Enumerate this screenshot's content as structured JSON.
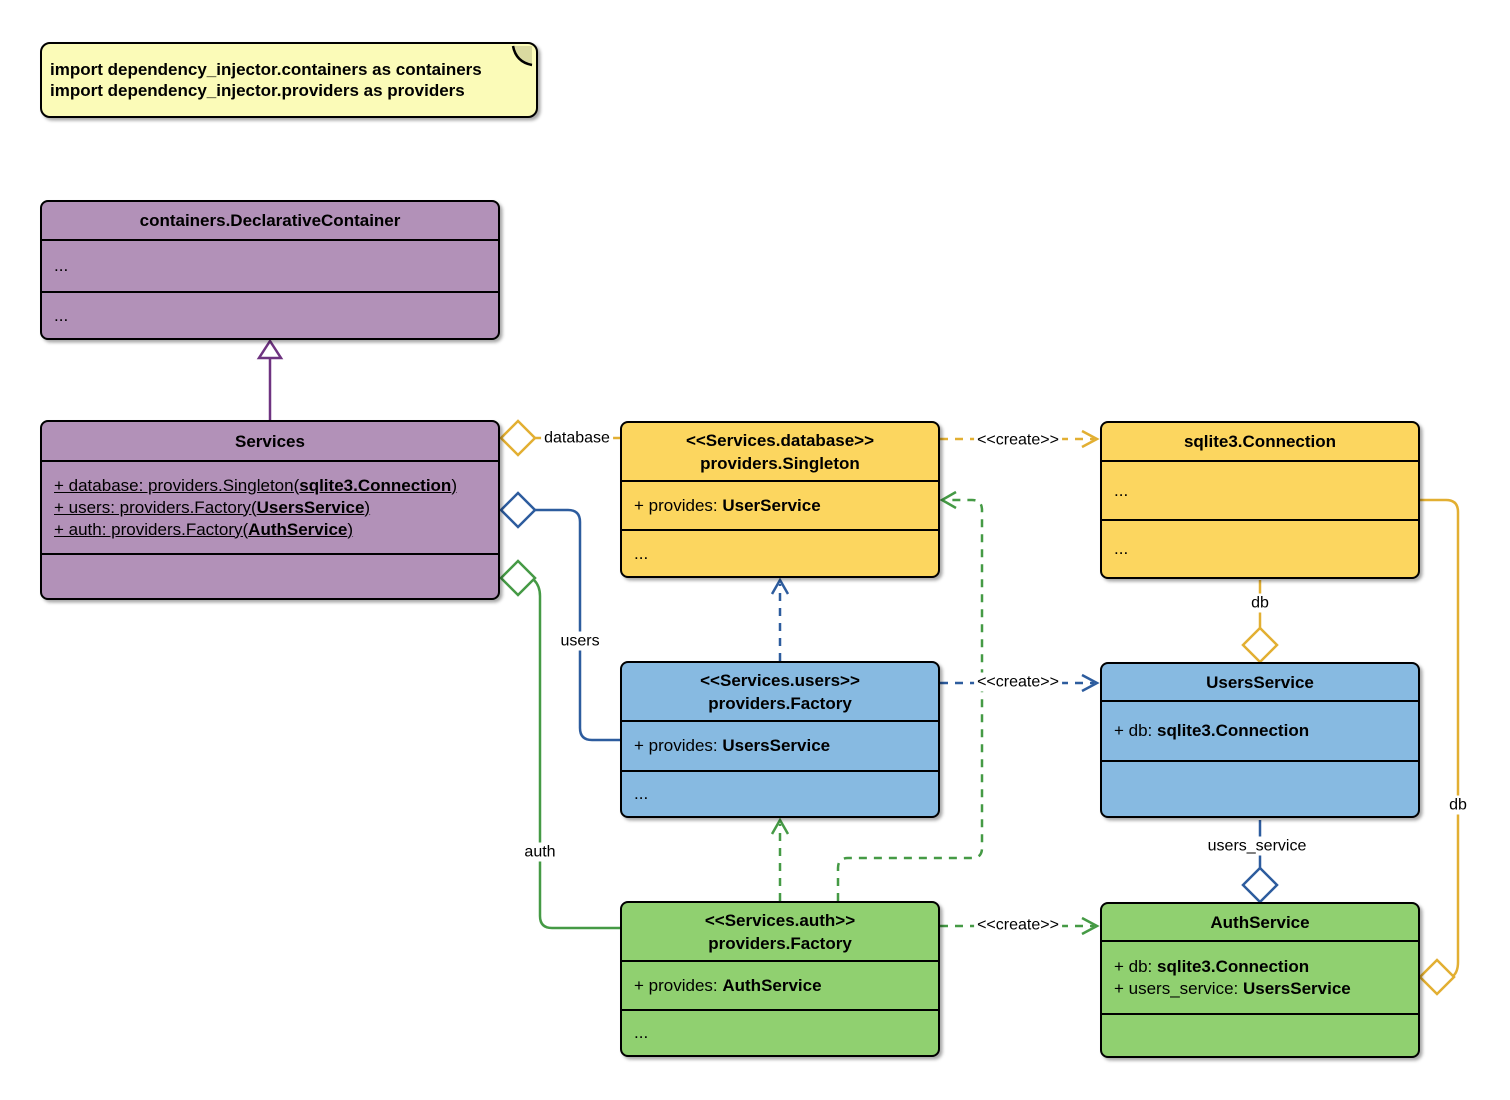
{
  "note": {
    "line1": "import dependency_injector.containers as containers",
    "line2": "import dependency_injector.providers as providers"
  },
  "colors": {
    "purple_fill": "#B291B8",
    "purple_line": "#6E3380",
    "yellow_fill": "#FCD65F",
    "yellow_line": "#E2AF32",
    "blue_fill": "#87BAE1",
    "blue_line": "#2D5C9E",
    "green_fill": "#90D070",
    "green_line": "#459A45",
    "note_bg": "#FBFBB8"
  },
  "classes": {
    "declarative": {
      "title": "containers.DeclarativeContainer",
      "dots1": "...",
      "dots2": "..."
    },
    "services": {
      "title": "Services",
      "attrs": [
        {
          "pre": "+ database: providers.Singleton(",
          "bold": "sqlite3.Connection",
          "post": ")"
        },
        {
          "pre": "+ users: providers.Factory(",
          "bold": "UsersService",
          "post": ")"
        },
        {
          "pre": "+ auth: providers.Factory(",
          "bold": "AuthService",
          "post": ")"
        }
      ]
    },
    "singleton": {
      "stereotype": "<<Services.database>>",
      "title": "providers.Singleton",
      "attr_pre": "+ provides: ",
      "attr_bold": "UserService",
      "dots": "..."
    },
    "connection": {
      "title": "sqlite3.Connection",
      "dots1": "...",
      "dots2": "..."
    },
    "users_factory": {
      "stereotype": "<<Services.users>>",
      "title": "providers.Factory",
      "attr_pre": "+ provides: ",
      "attr_bold": "UsersService",
      "dots": "..."
    },
    "users_service": {
      "title": "UsersService",
      "attr_pre": "+ db: ",
      "attr_bold": "sqlite3.Connection"
    },
    "auth_factory": {
      "stereotype": "<<Services.auth>>",
      "title": "providers.Factory",
      "attr_pre": "+ provides: ",
      "attr_bold": "AuthService",
      "dots": "..."
    },
    "auth_service": {
      "title": "AuthService",
      "attrs": [
        {
          "pre": "+ db: ",
          "bold": "sqlite3.Connection"
        },
        {
          "pre": "+ users_service: ",
          "bold": "UsersService"
        }
      ]
    }
  },
  "edge_labels": {
    "database": "database",
    "users": "users",
    "auth": "auth",
    "create_database": "<<create>>",
    "create_users": "<<create>>",
    "create_auth": "<<create>>",
    "db_users": "db",
    "db_auth": "db",
    "users_service": "users_service"
  }
}
